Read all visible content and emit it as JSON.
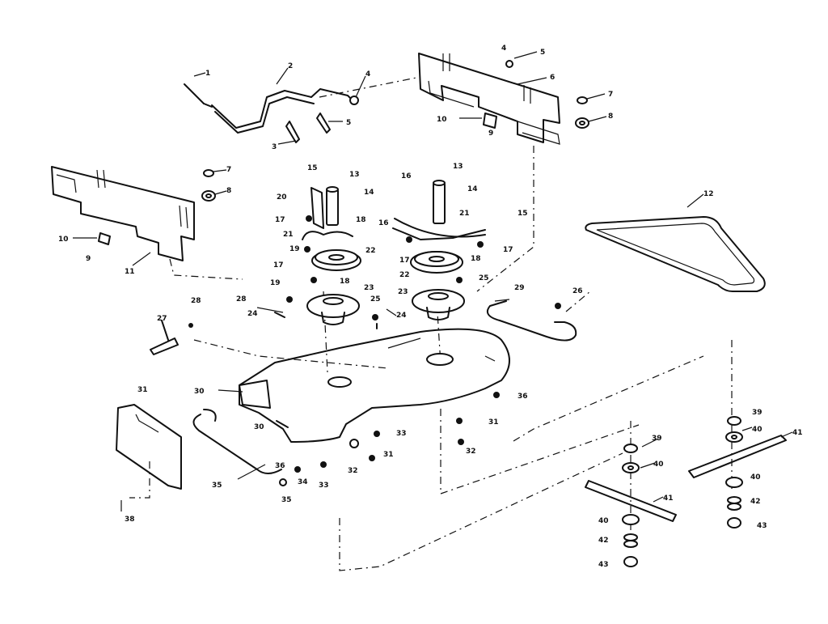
{
  "callouts": [
    {
      "label": "1"
    },
    {
      "label": "2"
    },
    {
      "label": "3"
    },
    {
      "label": "4"
    },
    {
      "label": "5"
    },
    {
      "label": "4"
    },
    {
      "label": "5"
    },
    {
      "label": "6"
    },
    {
      "label": "7"
    },
    {
      "label": "8"
    },
    {
      "label": "10"
    },
    {
      "label": "9"
    },
    {
      "label": "7"
    },
    {
      "label": "8"
    },
    {
      "label": "10"
    },
    {
      "label": "9"
    },
    {
      "label": "11"
    },
    {
      "label": "12"
    },
    {
      "label": "15"
    },
    {
      "label": "13"
    },
    {
      "label": "14"
    },
    {
      "label": "20"
    },
    {
      "label": "17"
    },
    {
      "label": "21"
    },
    {
      "label": "18"
    },
    {
      "label": "19"
    },
    {
      "label": "22"
    },
    {
      "label": "17"
    },
    {
      "label": "19"
    },
    {
      "label": "18"
    },
    {
      "label": "16"
    },
    {
      "label": "13"
    },
    {
      "label": "14"
    },
    {
      "label": "16"
    },
    {
      "label": "21"
    },
    {
      "label": "15"
    },
    {
      "label": "17"
    },
    {
      "label": "18"
    },
    {
      "label": "17"
    },
    {
      "label": "22"
    },
    {
      "label": "23"
    },
    {
      "label": "23"
    },
    {
      "label": "25"
    },
    {
      "label": "29"
    },
    {
      "label": "26"
    },
    {
      "label": "27"
    },
    {
      "label": "28"
    },
    {
      "label": "24"
    },
    {
      "label": "28"
    },
    {
      "label": "25"
    },
    {
      "label": "24"
    },
    {
      "label": "30"
    },
    {
      "label": "31"
    },
    {
      "label": "30"
    },
    {
      "label": "36"
    },
    {
      "label": "33"
    },
    {
      "label": "32"
    },
    {
      "label": "31"
    },
    {
      "label": "31"
    },
    {
      "label": "32"
    },
    {
      "label": "34"
    },
    {
      "label": "33"
    },
    {
      "label": "35"
    },
    {
      "label": "35"
    },
    {
      "label": "36"
    },
    {
      "label": "38"
    },
    {
      "label": "39"
    },
    {
      "label": "40"
    },
    {
      "label": "41"
    },
    {
      "label": "40"
    },
    {
      "label": "42"
    },
    {
      "label": "43"
    },
    {
      "label": "39"
    },
    {
      "label": "40"
    },
    {
      "label": "41"
    },
    {
      "label": "40"
    },
    {
      "label": "42"
    },
    {
      "label": "43"
    }
  ]
}
